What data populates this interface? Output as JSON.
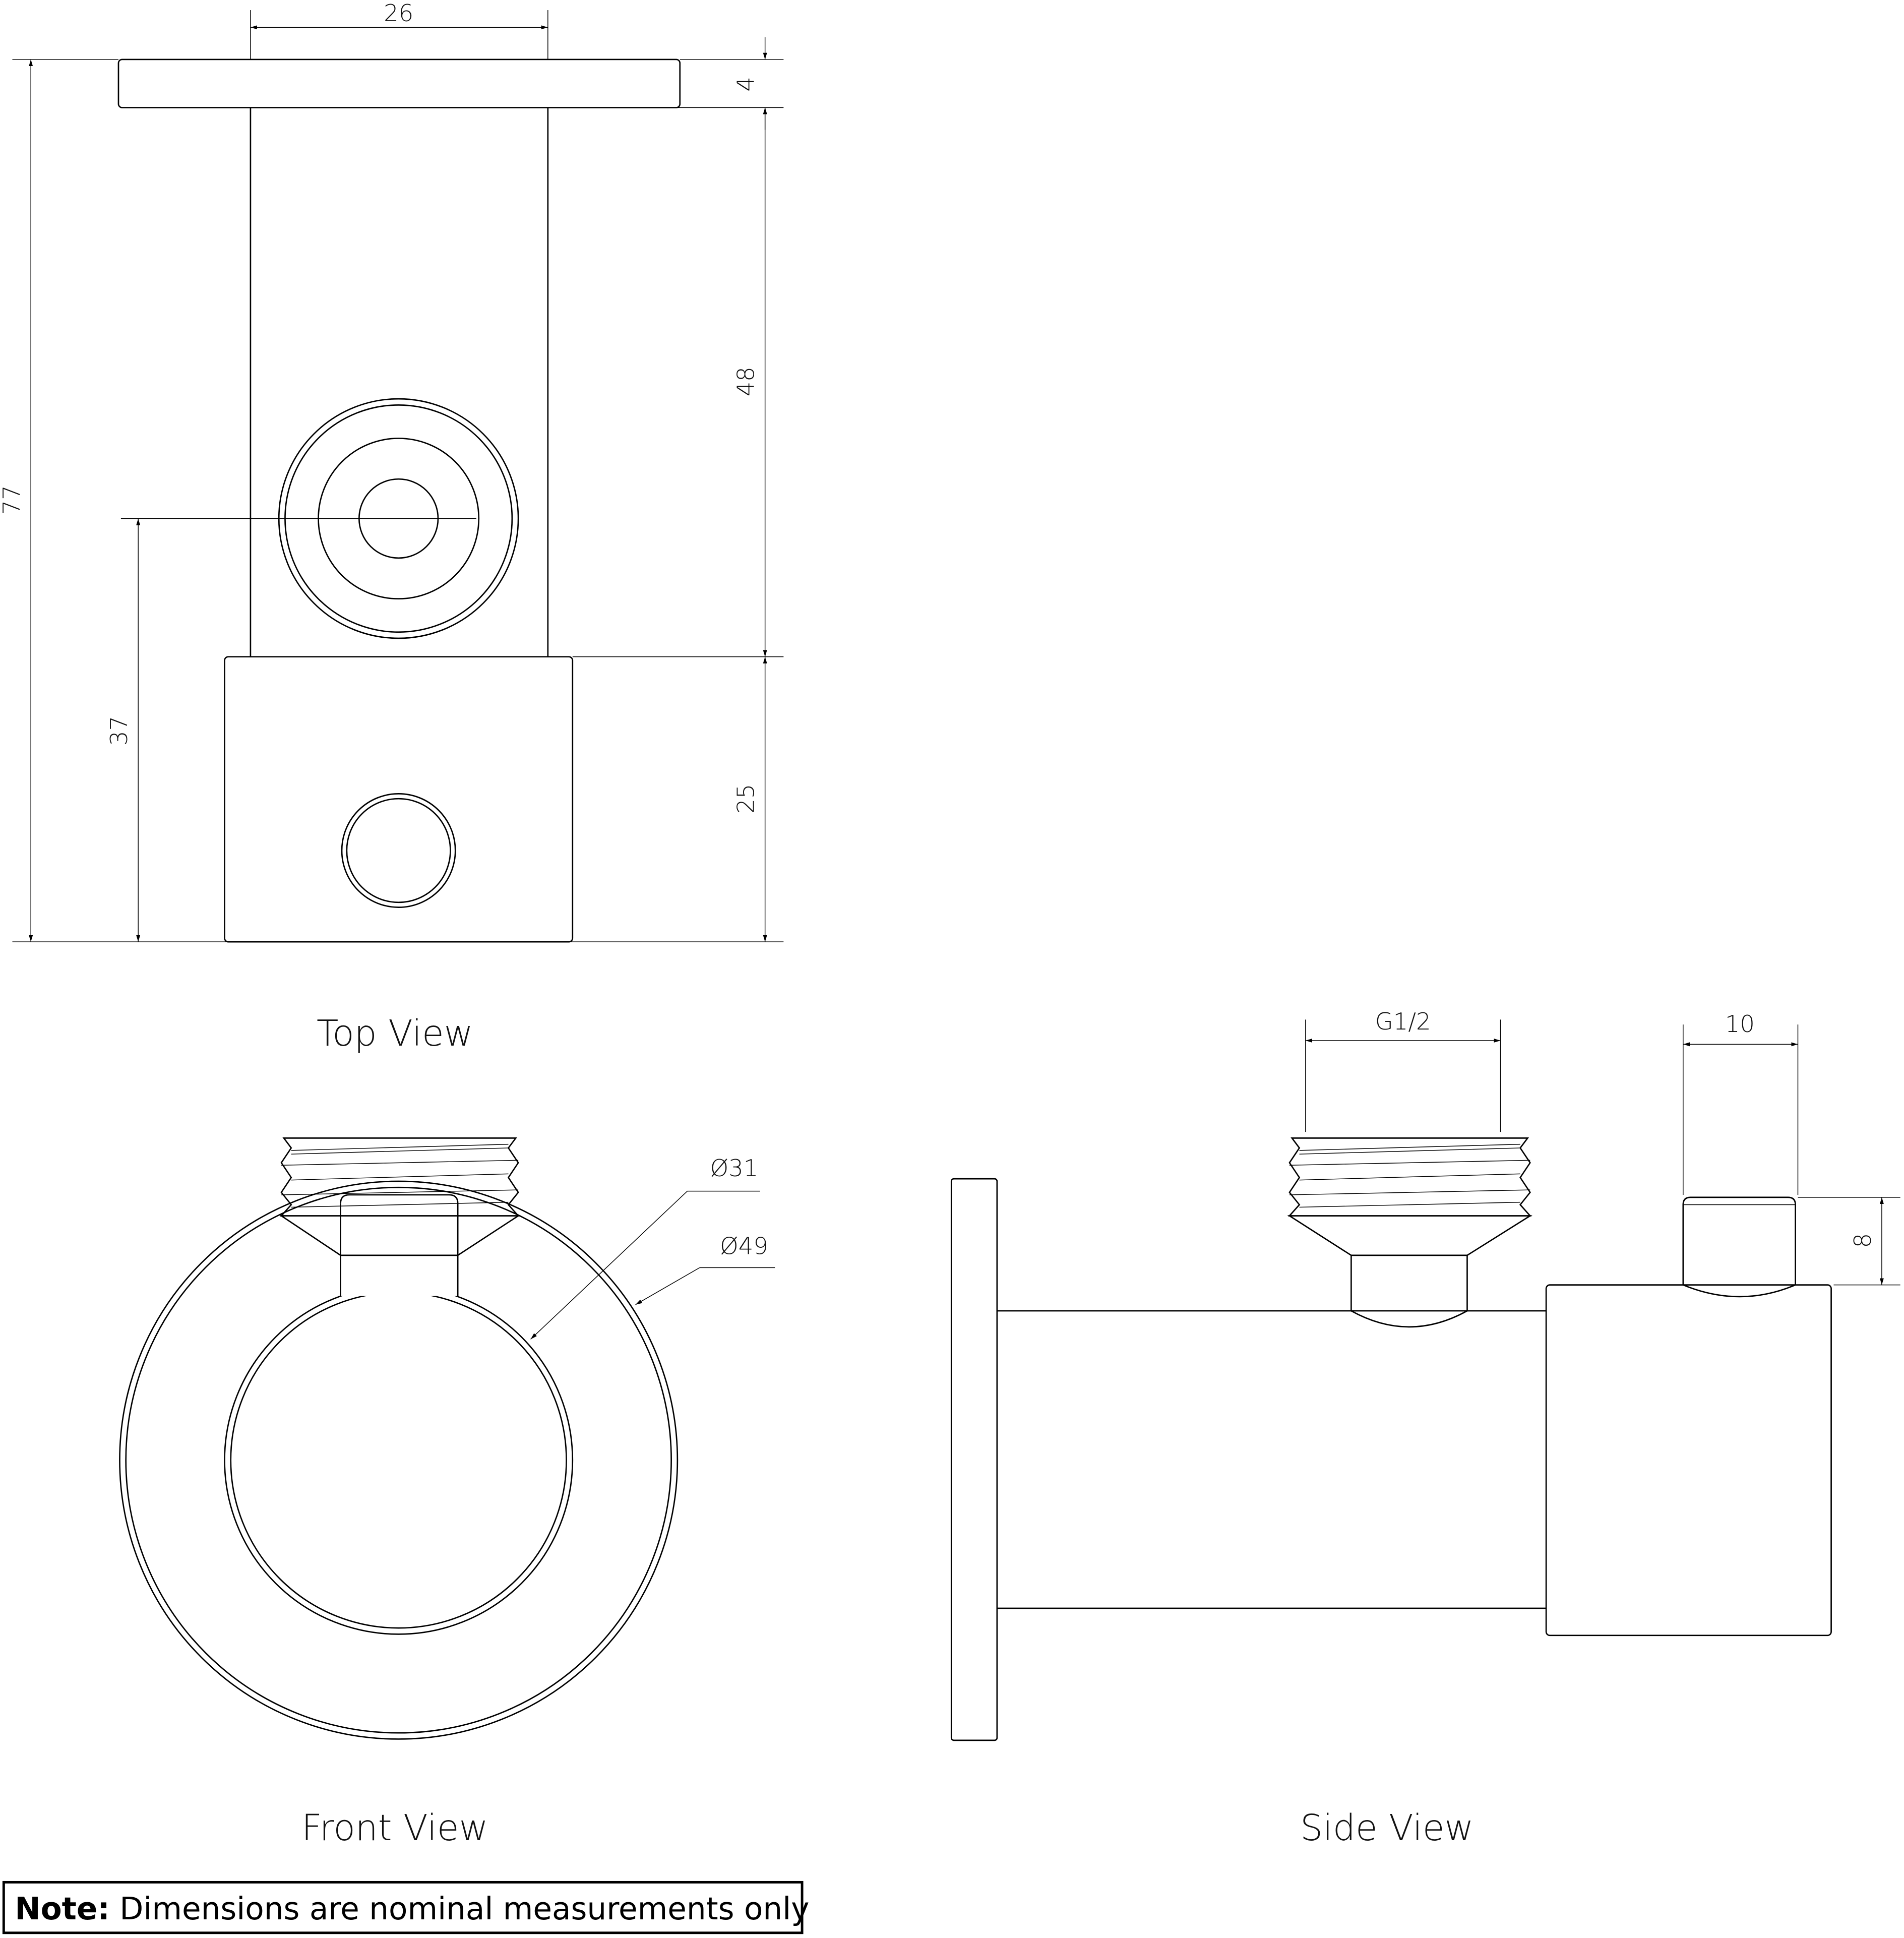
{
  "top_view": {
    "label": "Top View",
    "dims": {
      "width": "26",
      "flange": "4",
      "body": "48",
      "block": "25",
      "overall": "77",
      "center": "37"
    }
  },
  "front_view": {
    "label": "Front View",
    "dims": {
      "inner_dia": "Ø31",
      "outer_dia": "Ø49"
    }
  },
  "side_view": {
    "label": "Side View",
    "dims": {
      "thread": "G1/2",
      "stem_width": "10",
      "stem_height": "8"
    }
  },
  "note": {
    "title": "Note:",
    "text": " Dimensions are nominal measurements only"
  }
}
